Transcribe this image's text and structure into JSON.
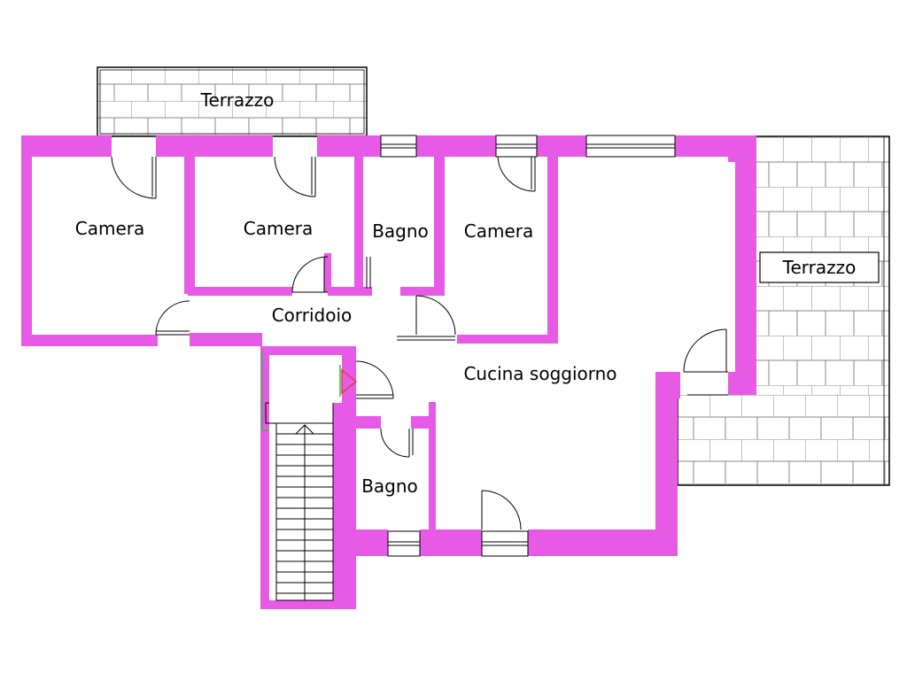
{
  "plan": {
    "colors": {
      "wall": "#e65ae6",
      "tile": "#777777",
      "background": "#ffffff",
      "line": "#000000",
      "green": "#3cb83c",
      "red": "#e04040"
    },
    "rooms": {
      "terrace_top": "Terrazzo",
      "bedroom_left": "Camera",
      "bedroom_middle": "Camera",
      "bathroom_top": "Bagno",
      "bedroom_right": "Camera",
      "corridor": "Corridoio",
      "kitchen_living": "Cucina soggiorno",
      "bathroom_bottom": "Bagno",
      "terrace_right": "Terrazzo"
    }
  }
}
